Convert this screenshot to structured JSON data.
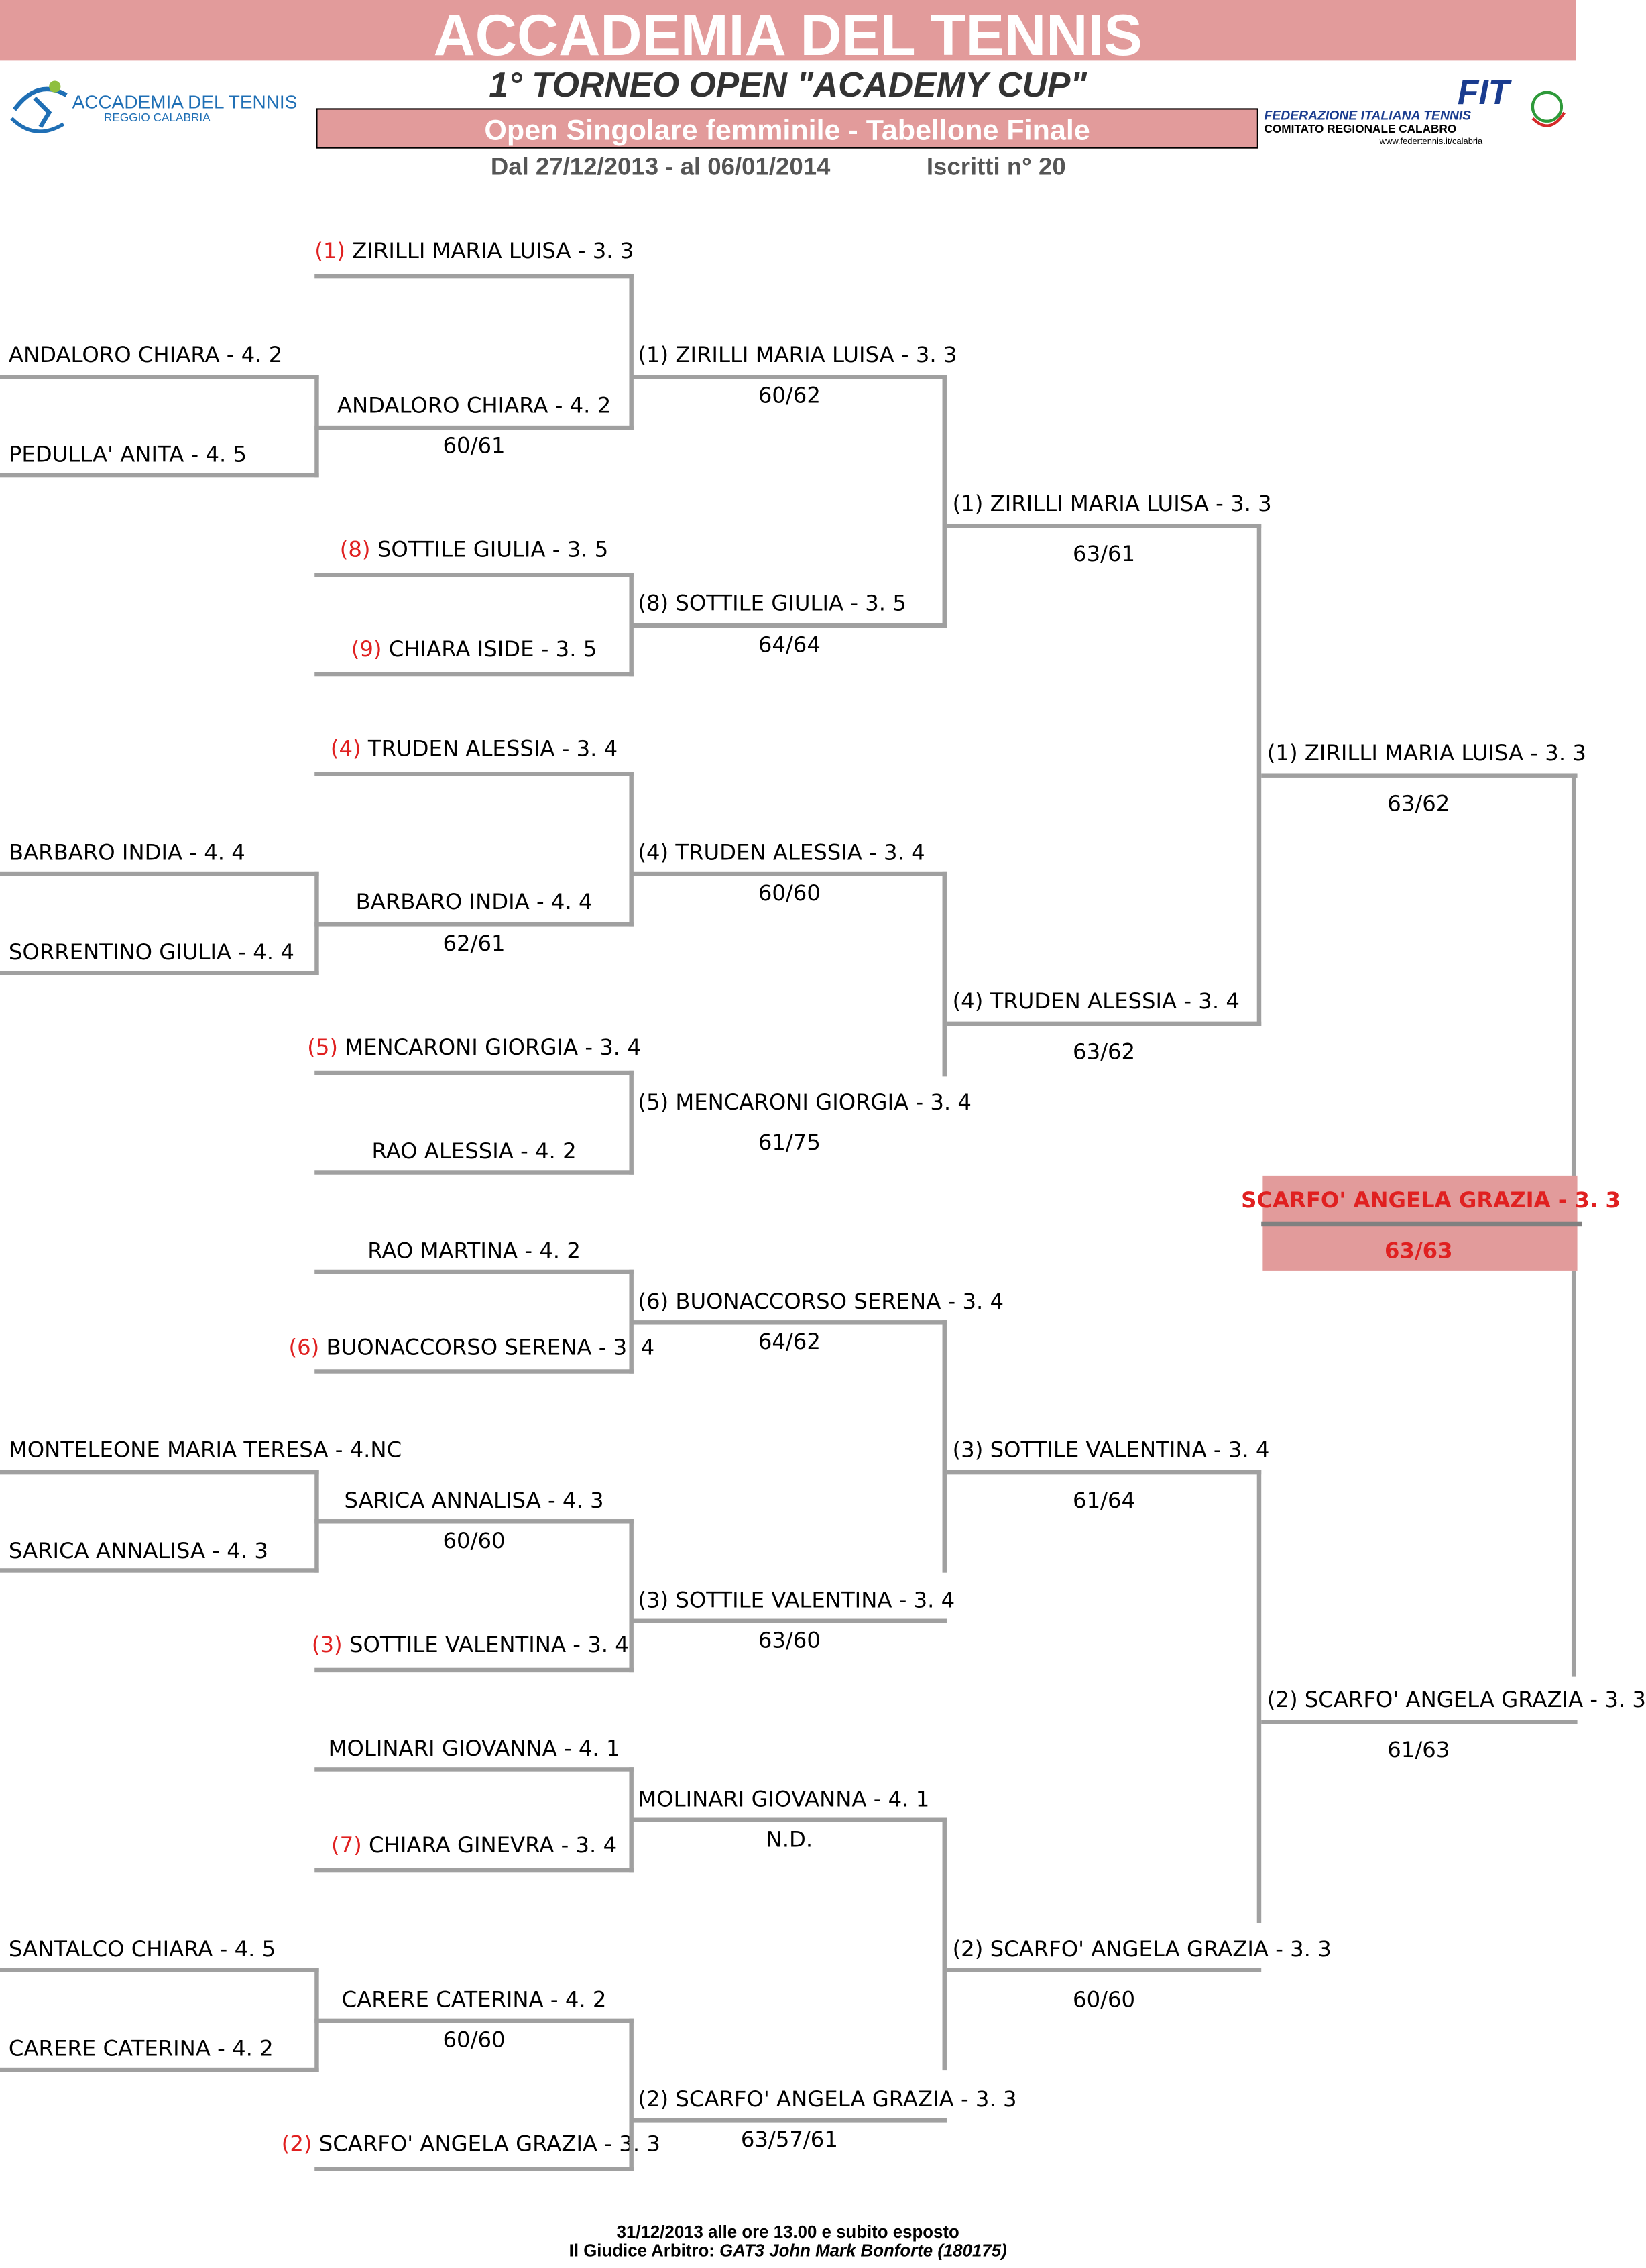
{
  "header": {
    "title": "ACCADEMIA DEL TENNIS",
    "tournament": "1° TORNEO OPEN \"ACADEMY CUP\"",
    "subtitle": "Open Singolare femminile - Tabellone Finale",
    "dates": "Dal 27/12/2013 - al 06/01/2014",
    "registered": "Iscritti n° 20",
    "logo_left": {
      "name": "ACCADEMIA DEL TENNIS",
      "sub": "REGGIO CALABRIA"
    },
    "logo_right": {
      "brand": "FIT",
      "line1": "FEDERAZIONE ITALIANA TENNIS",
      "line2": "COMITATO REGIONALE CALABRO",
      "line3": "www.federtennis.it/calabria"
    }
  },
  "colors": {
    "banner": "#e29b9b",
    "seed": "#e02020",
    "lines": "#a0a0a0"
  },
  "round0": [
    "ANDALORO CHIARA - 4. 2",
    "PEDULLA' ANITA - 4. 5",
    "BARBARO INDIA - 4. 4",
    "SORRENTINO GIULIA - 4. 4",
    "MONTELEONE MARIA TERESA - 4.NC",
    "SARICA ANNALISA - 4. 3",
    "SANTALCO CHIARA - 4. 5",
    "CARERE CATERINA - 4. 2"
  ],
  "round1": [
    {
      "seed": "(1)",
      "name": "ZIRILLI MARIA LUISA - 3. 3"
    },
    {
      "seed": "",
      "name": "ANDALORO CHIARA - 4. 2",
      "score": "60/61"
    },
    {
      "seed": "(8)",
      "name": "SOTTILE GIULIA - 3. 5"
    },
    {
      "seed": "(9)",
      "name": "CHIARA ISIDE - 3. 5"
    },
    {
      "seed": "(4)",
      "name": "TRUDEN ALESSIA - 3. 4"
    },
    {
      "seed": "",
      "name": "BARBARO INDIA - 4. 4",
      "score": "62/61"
    },
    {
      "seed": "(5)",
      "name": "MENCARONI GIORGIA - 3. 4"
    },
    {
      "seed": "",
      "name": "RAO ALESSIA - 4. 2"
    },
    {
      "seed": "",
      "name": "RAO MARTINA - 4. 2"
    },
    {
      "seed": "(6)",
      "name": "BUONACCORSO SERENA - 3. 4"
    },
    {
      "seed": "",
      "name": "SARICA ANNALISA - 4. 3",
      "score": "60/60"
    },
    {
      "seed": "(3)",
      "name": "SOTTILE VALENTINA - 3. 4"
    },
    {
      "seed": "",
      "name": "MOLINARI GIOVANNA - 4. 1"
    },
    {
      "seed": "(7)",
      "name": "CHIARA GINEVRA - 3. 4"
    },
    {
      "seed": "",
      "name": "CARERE CATERINA - 4. 2",
      "score": "60/60"
    },
    {
      "seed": "(2)",
      "name": "SCARFO' ANGELA GRAZIA - 3. 3"
    }
  ],
  "round2": [
    {
      "name": "(1) ZIRILLI MARIA LUISA - 3. 3",
      "score": "60/62"
    },
    {
      "name": "(8) SOTTILE GIULIA - 3. 5",
      "score": "64/64"
    },
    {
      "name": "(4) TRUDEN ALESSIA - 3. 4",
      "score": "60/60"
    },
    {
      "name": "(5) MENCARONI GIORGIA - 3. 4",
      "score": "61/75"
    },
    {
      "name": "(6) BUONACCORSO SERENA - 3. 4",
      "score": "64/62"
    },
    {
      "name": "(3) SOTTILE VALENTINA - 3. 4",
      "score": "63/60"
    },
    {
      "name": "MOLINARI GIOVANNA - 4. 1",
      "score": "N.D."
    },
    {
      "name": "(2) SCARFO' ANGELA GRAZIA - 3. 3",
      "score": "63/57/61"
    }
  ],
  "round3": [
    {
      "name": "(1) ZIRILLI MARIA LUISA - 3. 3",
      "score": "63/61"
    },
    {
      "name": "(4) TRUDEN ALESSIA - 3. 4",
      "score": "63/62"
    },
    {
      "name": "(3) SOTTILE VALENTINA - 3. 4",
      "score": "61/64"
    },
    {
      "name": "(2) SCARFO' ANGELA GRAZIA - 3. 3",
      "score": "60/60"
    }
  ],
  "round4": [
    {
      "name": "(1) ZIRILLI MARIA LUISA - 3. 3",
      "score": "63/62"
    },
    {
      "name": "(2) SCARFO' ANGELA GRAZIA - 3. 3",
      "score": "61/63"
    }
  ],
  "winner": {
    "name": "SCARFO' ANGELA GRAZIA - 3. 3",
    "score": "63/63"
  },
  "footer": {
    "line1": "31/12/2013 alle ore 13.00 e subito esposto",
    "line2_label": "Il Giudice Arbitro:",
    "line2_value": "GAT3 John Mark Bonforte (180175)"
  }
}
